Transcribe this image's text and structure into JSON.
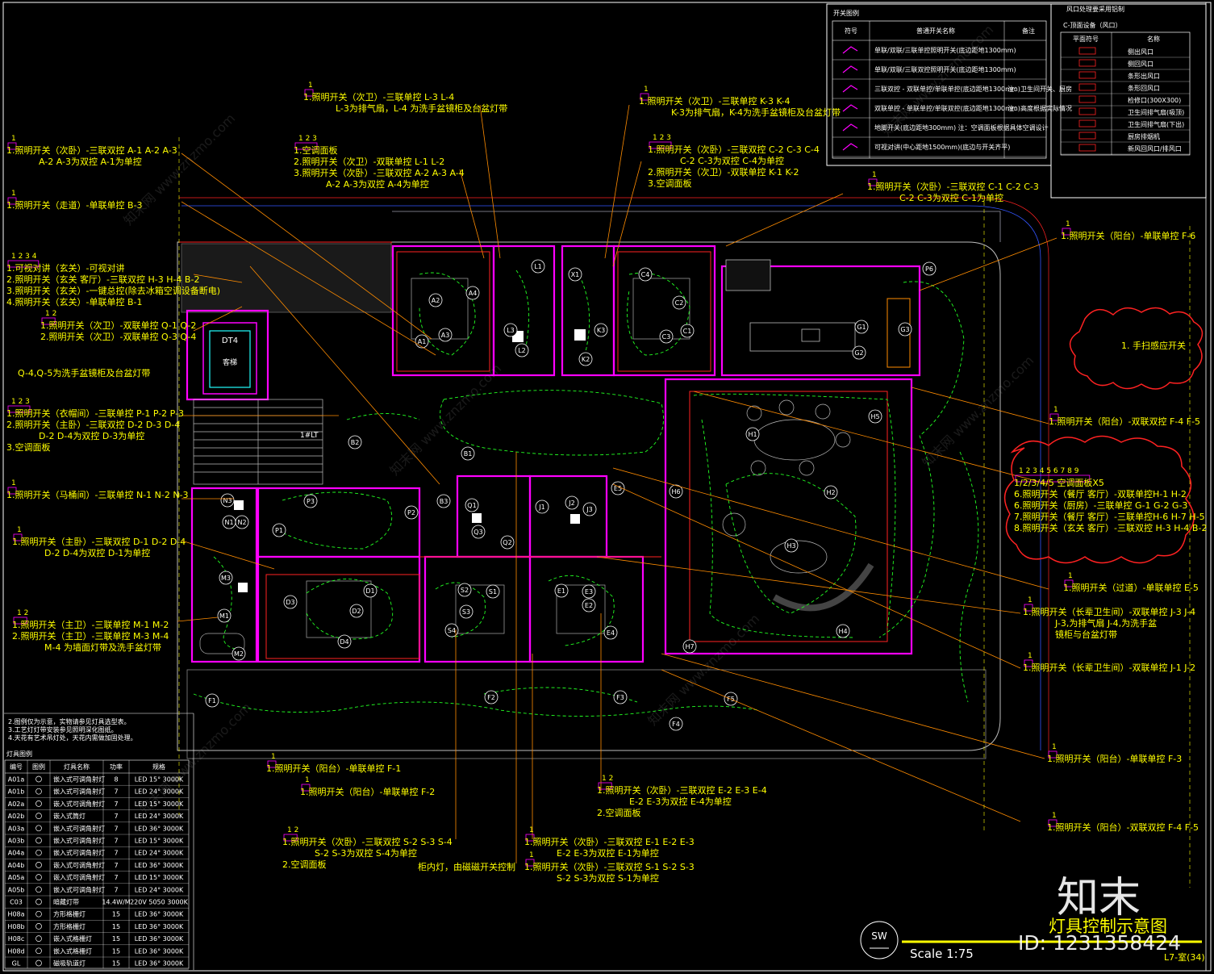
{
  "colors": {
    "background": "#000000",
    "annotation": "#ffff00",
    "leader": "#ff8c00",
    "wall": "#ff00ff",
    "wall_red": "#ff2222",
    "circuit": "#22ff22",
    "frame": "#ffffff",
    "outline": "#3355ff"
  },
  "annotations": [
    {
      "lines": [
        "1.照明开关（次卧）-三联双控 A-1 A-2 A-3",
        "A-2 A-3为双控 A-1为单控"
      ],
      "nums": "1"
    },
    {
      "lines": [
        "1.照明开关（走道）-单联单控 B-3"
      ],
      "nums": "1"
    },
    {
      "lines": [
        "1.可视对讲（玄关）-可视对讲",
        "2.照明开关（玄关 客厅）-三联双控 H-3 H-4 B-2",
        "3.照明开关（玄关）-一键总控(除去冰箱空调设备断电)",
        "4.照明开关（玄关）-单联单控 B-1"
      ],
      "nums": "1 2 3 4"
    },
    {
      "lines": [
        "1.照明开关（次卫）-双联单控 Q-1 Q-2",
        "2.照明开关（次卫）-双联单控 Q-3 Q-4"
      ],
      "nums": "1 2"
    },
    {
      "lines": [
        "Q-4,Q-5为洗手盆镜柜及台盆灯带"
      ],
      "nums": ""
    },
    {
      "lines": [
        "1.照明开关（衣帽间）-三联单控 P-1 P-2 P-3",
        "2.照明开关（主卧）-三联双控 D-2 D-3 D-4",
        "D-2 D-4为双控  D-3为单控",
        "3.空调面板"
      ],
      "nums": "1 2 3"
    },
    {
      "lines": [
        "1.照明开关（马桶间）-三联单控 N-1 N-2 N-3"
      ],
      "nums": "1"
    },
    {
      "lines": [
        "1.照明开关（主卧）-三联双控 D-1 D-2 D-4",
        "D-2 D-4为双控  D-1为单控"
      ],
      "nums": "1"
    },
    {
      "lines": [
        "1.照明开关（主卫）-三联单控 M-1 M-2",
        "2.照明开关（主卫）-三联单控 M-3 M-4",
        "M-4 为墙面灯带及洗手盆灯带"
      ],
      "nums": "1 2"
    },
    {
      "lines": [
        "1.照明开关（次卫）-三联单控  L-3 L-4",
        "L-3为排气扇，L-4 为洗手盆镜柜及台盆灯带"
      ],
      "nums": "1"
    },
    {
      "lines": [
        "1.空调面板",
        "2.照明开关（次卫）-双联单控  L-1 L-2",
        "3.照明开关（次卧）-三联双控  A-2 A-3 A-4",
        "A-2 A-3为双控 A-4为单控"
      ],
      "nums": "1 2 3"
    },
    {
      "lines": [
        "1.照明开关（次卫）-三联单控  K-3 K-4",
        "K-3为排气扇，K-4为洗手盆镜柜及台盆灯带"
      ],
      "nums": "1"
    },
    {
      "lines": [
        "1.照明开关（次卧）-三联双控  C-2 C-3 C-4",
        "C-2 C-3为双控 C-4为单控",
        "2.照明开关（次卫）-双联单控  K-1 K-2",
        "3.空调面板"
      ],
      "nums": "1 2 3"
    },
    {
      "lines": [
        "1.照明开关（次卧）-三联双控  C-1 C-2 C-3",
        "C-2 C-3为双控 C-1为单控"
      ],
      "nums": "1"
    },
    {
      "lines": [
        "1.照明开关（阳台）-单联单控 F-6"
      ],
      "nums": "1"
    },
    {
      "lines": [
        "1. 手扫感应开关"
      ],
      "nums": ""
    },
    {
      "lines": [
        "1.照明开关（阳台）-双联双控 F-4 F-5"
      ],
      "nums": "1"
    },
    {
      "lines": [
        "1/2/3/4/5 空调面板X5",
        "6.照明开关（餐厅 客厅）-双联单控H-1 H-2",
        "6.照明开关（厨房）-三联单控  G-1 G-2 G-3",
        "7.照明开关（餐厅 客厅）-三联单控H-6 H-7 H-5",
        "8.照明开关（玄关 客厅）-三联双控 H-3 H-4 B-2"
      ],
      "nums": "1 2 3 4 5 6 7 8 9"
    },
    {
      "lines": [
        "1.照明开关（过道）-单联单控 E-5"
      ],
      "nums": "1"
    },
    {
      "lines": [
        "1.照明开关（长辈卫生间）-双联单控 J-3 J-4",
        "J-3,为排气扇 J-4,为洗手盆",
        "镜柜与台盆灯带"
      ],
      "nums": "1"
    },
    {
      "lines": [
        "1.照明开关（长辈卫生间）-双联单控 J-1 J-2"
      ],
      "nums": "1"
    },
    {
      "lines": [
        "1.照明开关（阳台）-单联单控  F-3"
      ],
      "nums": "1"
    },
    {
      "lines": [
        "1.照明开关（阳台）-双联双控 F-4 F-5"
      ],
      "nums": "1"
    },
    {
      "lines": [
        "1.照明开关（阳台）-单联单控  F-1"
      ],
      "nums": "1"
    },
    {
      "lines": [
        "1.照明开关（阳台）-单联单控  F-2"
      ],
      "nums": "1"
    },
    {
      "lines": [
        "1.照明开关（次卧）-三联双控  E-2 E-3 E-4",
        "E-2 E-3为双控  E-4为单控",
        "2.空调面板"
      ],
      "nums": "1 2"
    },
    {
      "lines": [
        "1.照明开关（次卧）-三联双控  S-2 S-3 S-4",
        "S-2 S-3为双控  S-4为单控",
        "2.空调面板"
      ],
      "nums": "1 2"
    },
    {
      "lines": [
        "1.照明开关（次卧）-三联双控  E-1 E-2 E-3",
        "E-2 E-3为双控  E-1为单控"
      ],
      "nums": "1"
    },
    {
      "lines": [
        "柜内灯，由磁磁开关控制"
      ],
      "nums": ""
    },
    {
      "lines": [
        "1.照明开关（次卧）-三联双控  S-1 S-2 S-3",
        "S-2 S-3为双控  S-1为单控"
      ],
      "nums": "1"
    }
  ],
  "room_tags": [
    "A1",
    "A2",
    "A3",
    "A4",
    "L1",
    "L2",
    "L3",
    "X1",
    "K2",
    "K3",
    "C1",
    "C2",
    "C3",
    "C4",
    "P6",
    "G1",
    "G2",
    "G3",
    "B1",
    "B2",
    "B3",
    "H1",
    "H2",
    "H3",
    "H4",
    "H5",
    "H6",
    "H7",
    "N1",
    "N2",
    "N3",
    "P1",
    "P2",
    "P3",
    "Q1",
    "Q2",
    "Q3",
    "J1",
    "J2",
    "J3",
    "E1",
    "E2",
    "E3",
    "E4",
    "E5",
    "S1",
    "S2",
    "S3",
    "S4",
    "D1",
    "D2",
    "D3",
    "D4",
    "M1",
    "M2",
    "M3",
    "F1",
    "F2",
    "F3",
    "F4",
    "F5"
  ],
  "elevator": {
    "code": "DT4",
    "label": "客梯"
  },
  "stair_label": "1#LT",
  "switch_legend": {
    "title": "开关图例",
    "headers": [
      "符号",
      "普通开关名称",
      "备注"
    ],
    "rows": [
      {
        "name": "单联/双联/三联单控照明开关(底边距地1300mm)",
        "note": ""
      },
      {
        "name": "单联/双联/三联双控照明开关(底边距地1300mm)",
        "note": ""
      },
      {
        "name": "三联双控 - 双联单控/单联单控(底边距地1300mm)",
        "note": "注：卫生间开关、厨房"
      },
      {
        "name": "双联单控 - 单联单控/单联双控(底边距地1300mm)",
        "note": "注：高度根据实际情况"
      },
      {
        "name": "地脚开关(底边距地300mm) 注：空调面板根据具体空调设计",
        "note": ""
      },
      {
        "name": "可视对讲(中心距地1500mm)(底边与开关齐平)",
        "note": ""
      }
    ]
  },
  "ceiling_legend": {
    "note": "风口处理要采用铝制",
    "title": "C-顶面设备（风口）",
    "headers": [
      "平面符号",
      "名称"
    ],
    "rows": [
      "侧出风口",
      "侧回风口",
      "条形出风口",
      "条形回风口",
      "检修口(300X300)",
      "卫生间排气扇(吸顶)",
      "卫生间排气扇(下出)",
      "厨房排烟机",
      "新风回风口/排风口"
    ]
  },
  "notes": [
    "2.图例仅为示意，实物请参见灯具选型表。",
    "3.工艺灯灯带安装参见照明深化图纸。",
    "4.天花有艺术吊灯处，天花内需做加固处理。"
  ],
  "lamp_legend": {
    "title": "灯具图例",
    "headers": [
      "编号",
      "图例",
      "灯具名称",
      "功率",
      "规格"
    ],
    "rows": [
      {
        "code": "A01a",
        "name": "嵌入式可调角射灯",
        "power": "8",
        "spec": "LED 15° 3000K"
      },
      {
        "code": "A01b",
        "name": "嵌入式可调角射灯",
        "power": "7",
        "spec": "LED 24° 3000K"
      },
      {
        "code": "A02a",
        "name": "嵌入式可调角射灯",
        "power": "7",
        "spec": "LED 15° 3000K"
      },
      {
        "code": "A02b",
        "name": "嵌入式筒灯",
        "power": "7",
        "spec": "LED 24° 3000K"
      },
      {
        "code": "A03a",
        "name": "嵌入式可调角射灯",
        "power": "7",
        "spec": "LED 36° 3000K"
      },
      {
        "code": "A03b",
        "name": "嵌入式可调角射灯",
        "power": "7",
        "spec": "LED 15° 3000K"
      },
      {
        "code": "A04a",
        "name": "嵌入式可调角射灯",
        "power": "7",
        "spec": "LED 24° 3000K"
      },
      {
        "code": "A04b",
        "name": "嵌入式可调角射灯",
        "power": "7",
        "spec": "LED 36° 3000K"
      },
      {
        "code": "A05a",
        "name": "嵌入式可调角射灯",
        "power": "7",
        "spec": "LED 15° 3000K"
      },
      {
        "code": "A05b",
        "name": "嵌入式可调角射灯",
        "power": "7",
        "spec": "LED 24° 3000K"
      },
      {
        "code": "C03",
        "name": "暗藏灯带",
        "power": "14.4W/M",
        "spec": "220V 5050 3000K"
      },
      {
        "code": "H08a",
        "name": "方形格栅灯",
        "power": "15",
        "spec": "LED 36° 3000K"
      },
      {
        "code": "H08b",
        "name": "方形格栅灯",
        "power": "15",
        "spec": "LED 36° 3000K"
      },
      {
        "code": "H08c",
        "name": "嵌入式格栅灯",
        "power": "15",
        "spec": "LED 36° 3000K"
      },
      {
        "code": "H08d",
        "name": "嵌入式格栅灯",
        "power": "15",
        "spec": "LED 36° 3000K"
      },
      {
        "code": "GL",
        "name": "磁吸轨道灯",
        "power": "15",
        "spec": "LED 36° 3000K"
      }
    ]
  },
  "title_block": {
    "title": "灯具控制示意图",
    "scale": "Scale 1:75",
    "north": "SW",
    "floor_label": "L7-室(34)"
  },
  "watermark": {
    "text": "znzmo.com",
    "cn": "知末网",
    "brand": "知末",
    "id": "ID: 1231358424"
  }
}
